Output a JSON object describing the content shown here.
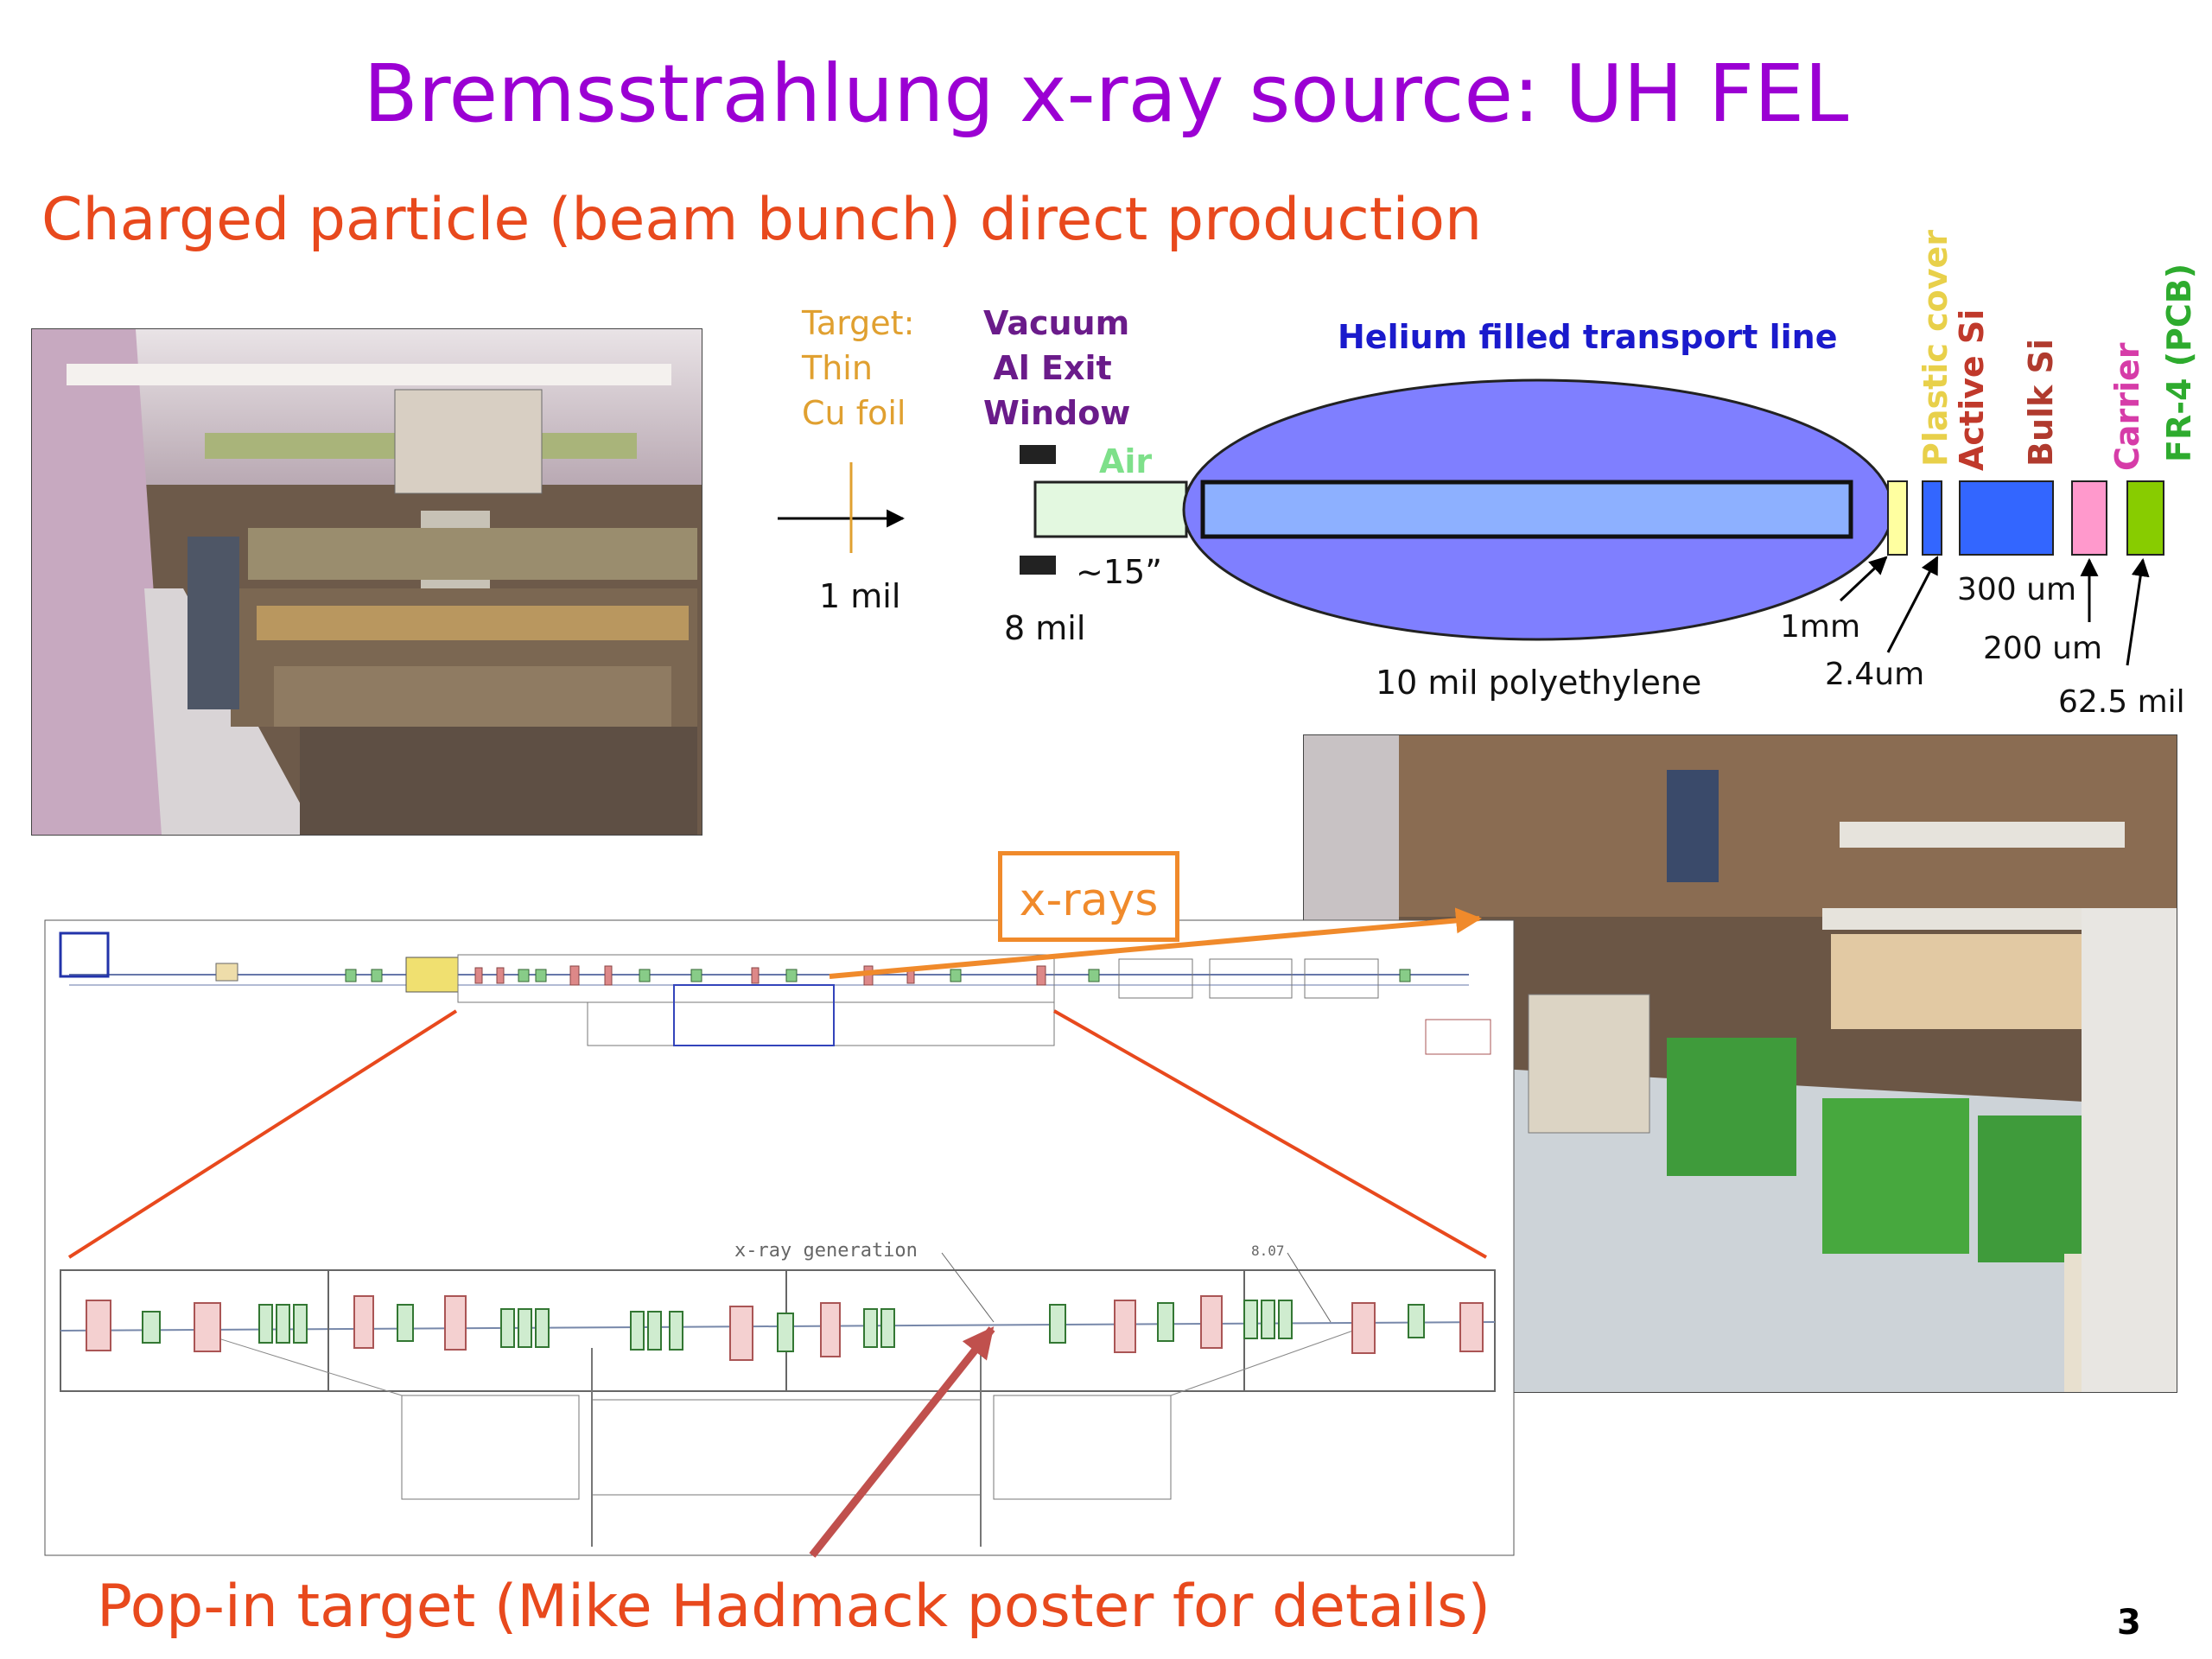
{
  "slide": {
    "title": "Bremsstrahlung x-ray source:  UH FEL",
    "subtitle": "Charged particle (beam bunch) direct production",
    "footer": "Pop-in target (Mike Hadmack poster for details)",
    "page_number": "3"
  },
  "beam_diagram": {
    "target_label": [
      "Target:",
      "Thin",
      "Cu foil"
    ],
    "target_thickness": "1 mil",
    "window_label": [
      "Vacuum",
      "Al Exit",
      "Window"
    ],
    "window_thickness": "8 mil",
    "air_label": "Air",
    "air_gap": "~15”",
    "helium_label": "Helium filled transport line",
    "polyethylene_label": "10 mil polyethylene",
    "layers": [
      {
        "name": "Plastic cover",
        "color": "#e8d04a",
        "fill": "#ffffa0"
      },
      {
        "name": "Active Si",
        "color": "#c0392b",
        "fill": "#3366ff"
      },
      {
        "name": "Bulk Si",
        "color": "#b03a2e",
        "fill": "#3366ff"
      },
      {
        "name": "Carrier",
        "color": "#d63ca8",
        "fill": "#ff99cc"
      },
      {
        "name": "FR-4 (PCB)",
        "color": "#2eab2e",
        "fill": "#88cc00"
      }
    ],
    "dimensions": {
      "d1": "1mm",
      "d2": "2.4um",
      "d3": "300 um",
      "d4": "200 um",
      "d5": "62.5 mil"
    }
  },
  "beamline_drawing": {
    "xray_label": "x-rays",
    "annotation_generation": "x-ray generation",
    "annotation_small": "8.07"
  },
  "colors": {
    "title": "#9b00d3",
    "subtitle": "#e8491d",
    "helium": "#7f7fff",
    "arrow_orange": "#f08a2b",
    "arrow_red": "#c0504d"
  }
}
